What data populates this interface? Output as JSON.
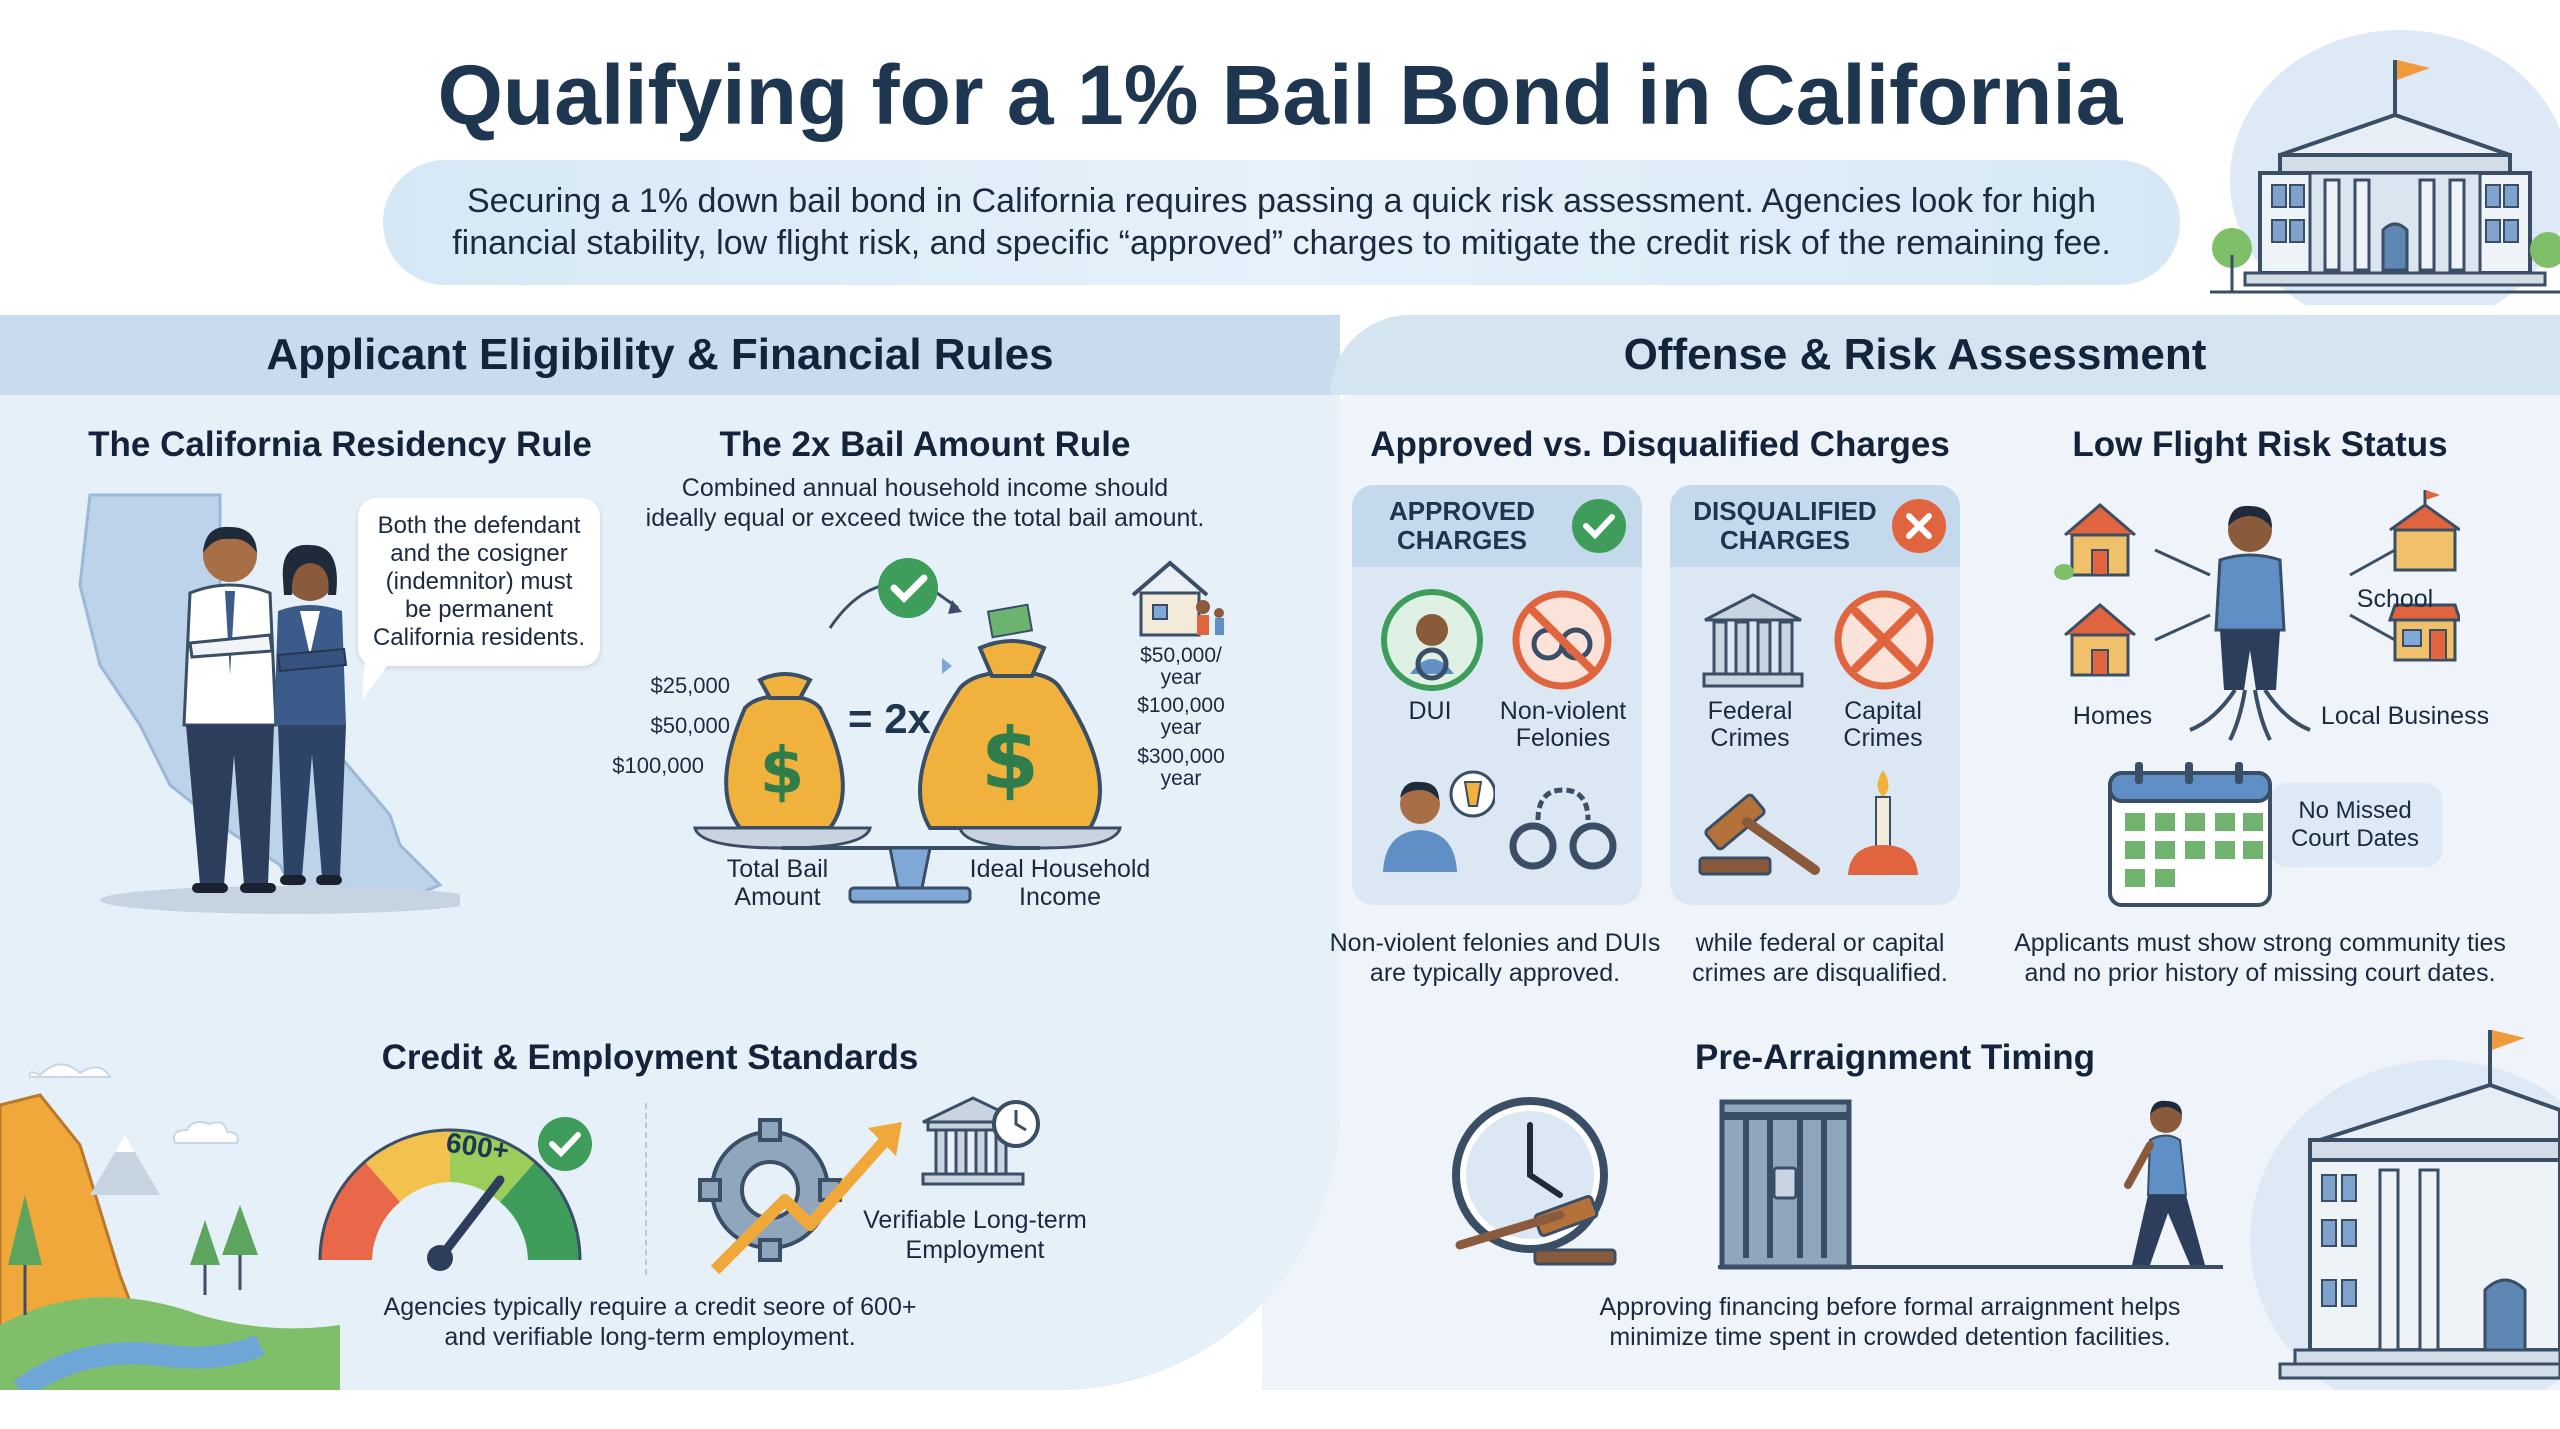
{
  "header": {
    "title": "Qualifying for a 1% Bail Bond in California",
    "subtitle_line1": "Securing a 1% down bail bond in California requires passing a quick risk assessment. Agencies look for high",
    "subtitle_line2": "financial stability, low flight risk, and specific “approved” charges to mitigate the credit risk of the remaining fee."
  },
  "left": {
    "title": "Applicant Eligibility & Financial Rules",
    "residency": {
      "title": "The California Residency Rule",
      "bubble": [
        "Both the defendant",
        "and the cosigner",
        "(indemnitor) must",
        "be permanent",
        "California residents."
      ]
    },
    "bail_rule": {
      "title": "The 2x Bail Amount Rule",
      "desc_line1": "Combined annual household income should",
      "desc_line2": "ideally equal or exceed twice the total bail amount.",
      "bail_amounts": [
        "$25,000",
        "$50,000",
        "$100,000"
      ],
      "incomes": [
        "$50,000/",
        "year",
        "$100,000",
        "year",
        "$300,000",
        "year"
      ],
      "multiplier": "= 2x",
      "left_label": [
        "Total Bail",
        "Amount"
      ],
      "right_label": [
        "Ideal Household",
        "Income"
      ]
    },
    "credit": {
      "title": "Credit & Employment Standards",
      "gauge_label": "600+",
      "employment_label": [
        "Verifiable Long-term",
        "Employment"
      ],
      "desc_line1": "Agencies typically require a credit seore of 600+",
      "desc_line2": "and verifiable long-term employment."
    }
  },
  "right": {
    "title": "Offense & Risk Assessment",
    "charges": {
      "title": "Approved vs. Disqualified Charges",
      "approved_head": [
        "APPROVED",
        "CHARGES"
      ],
      "disqualified_head": [
        "DISQUALIFIED",
        "CHARGES"
      ],
      "approved_items": [
        "DUI",
        "Non-violent",
        "Felonies"
      ],
      "disqualified_items": [
        "Federal",
        "Crimes",
        "Capital",
        "Crimes"
      ],
      "approved_caption": [
        "Non-violent felonies and DUIs",
        "are typically approved."
      ],
      "disqualified_caption": [
        "while federal or capital",
        "crimes are disqualified."
      ]
    },
    "flight": {
      "title": "Low Flight Risk Status",
      "labels": {
        "homes": "Homes",
        "school": "School",
        "business": "Local Business",
        "court": [
          "No Missed",
          "Court Dates"
        ]
      },
      "caption": [
        "Applicants must show strong community ties",
        "and no prior history of missing court dates."
      ]
    },
    "timing": {
      "title": "Pre-Arraignment Timing",
      "caption": [
        "Approving financing before formal arraignment helps",
        "minimize time spent in crowded detention facilities."
      ]
    }
  },
  "colors": {
    "navy": "#1f3650",
    "gold": "#f0b23c",
    "green": "#3f9d5b",
    "red": "#e0653f",
    "blue": "#5f8fc4"
  }
}
